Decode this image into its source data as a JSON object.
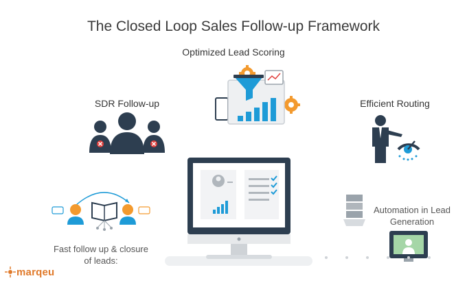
{
  "title": "The Closed Loop Sales Follow-up Framework",
  "nodes": {
    "lead_scoring": "Optimized Lead Scoring",
    "sdr_followup": "SDR Follow-up",
    "routing": "Efficient Routing",
    "automation": [
      "Automation in Lead",
      "Generation"
    ],
    "fast_followup": [
      "Fast follow up & closure",
      "of leads:"
    ]
  },
  "brand": {
    "name": "marqeu"
  },
  "colors": {
    "navy": "#2d3e50",
    "blue": "#1e9bd7",
    "orange": "#f39a2e",
    "red": "#e0403d",
    "gray": "#bdbdbd"
  },
  "icons": [
    "funnel-chart-icon",
    "gear-icon",
    "people-group-icon",
    "businessman-gauge-icon",
    "monitor-dashboard-icon",
    "server-stack-icon",
    "video-screen-icon",
    "sdr-agents-book-icon",
    "marqeu-logo-icon"
  ]
}
